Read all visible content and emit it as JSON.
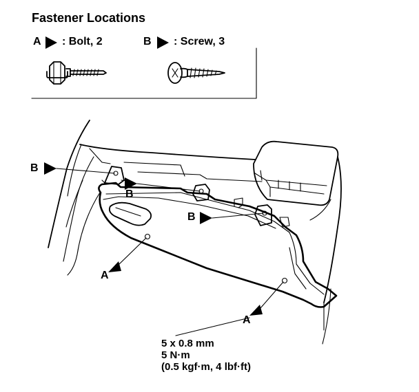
{
  "legend": {
    "title": "Fastener Locations",
    "items": [
      {
        "letter": "A",
        "text": ": Bolt, 2",
        "icon": "bolt-icon"
      },
      {
        "letter": "B",
        "text": ": Screw, 3",
        "icon": "screw-icon"
      }
    ]
  },
  "callouts": [
    {
      "letter": "B"
    },
    {
      "letter": "B"
    },
    {
      "letter": "B"
    },
    {
      "letter": "A"
    },
    {
      "letter": "A"
    }
  ],
  "spec": {
    "line1": "5 x 0.8 mm",
    "line2": "5 N·m",
    "line3": "(0.5 kgf·m, 4 lbf·ft)"
  }
}
